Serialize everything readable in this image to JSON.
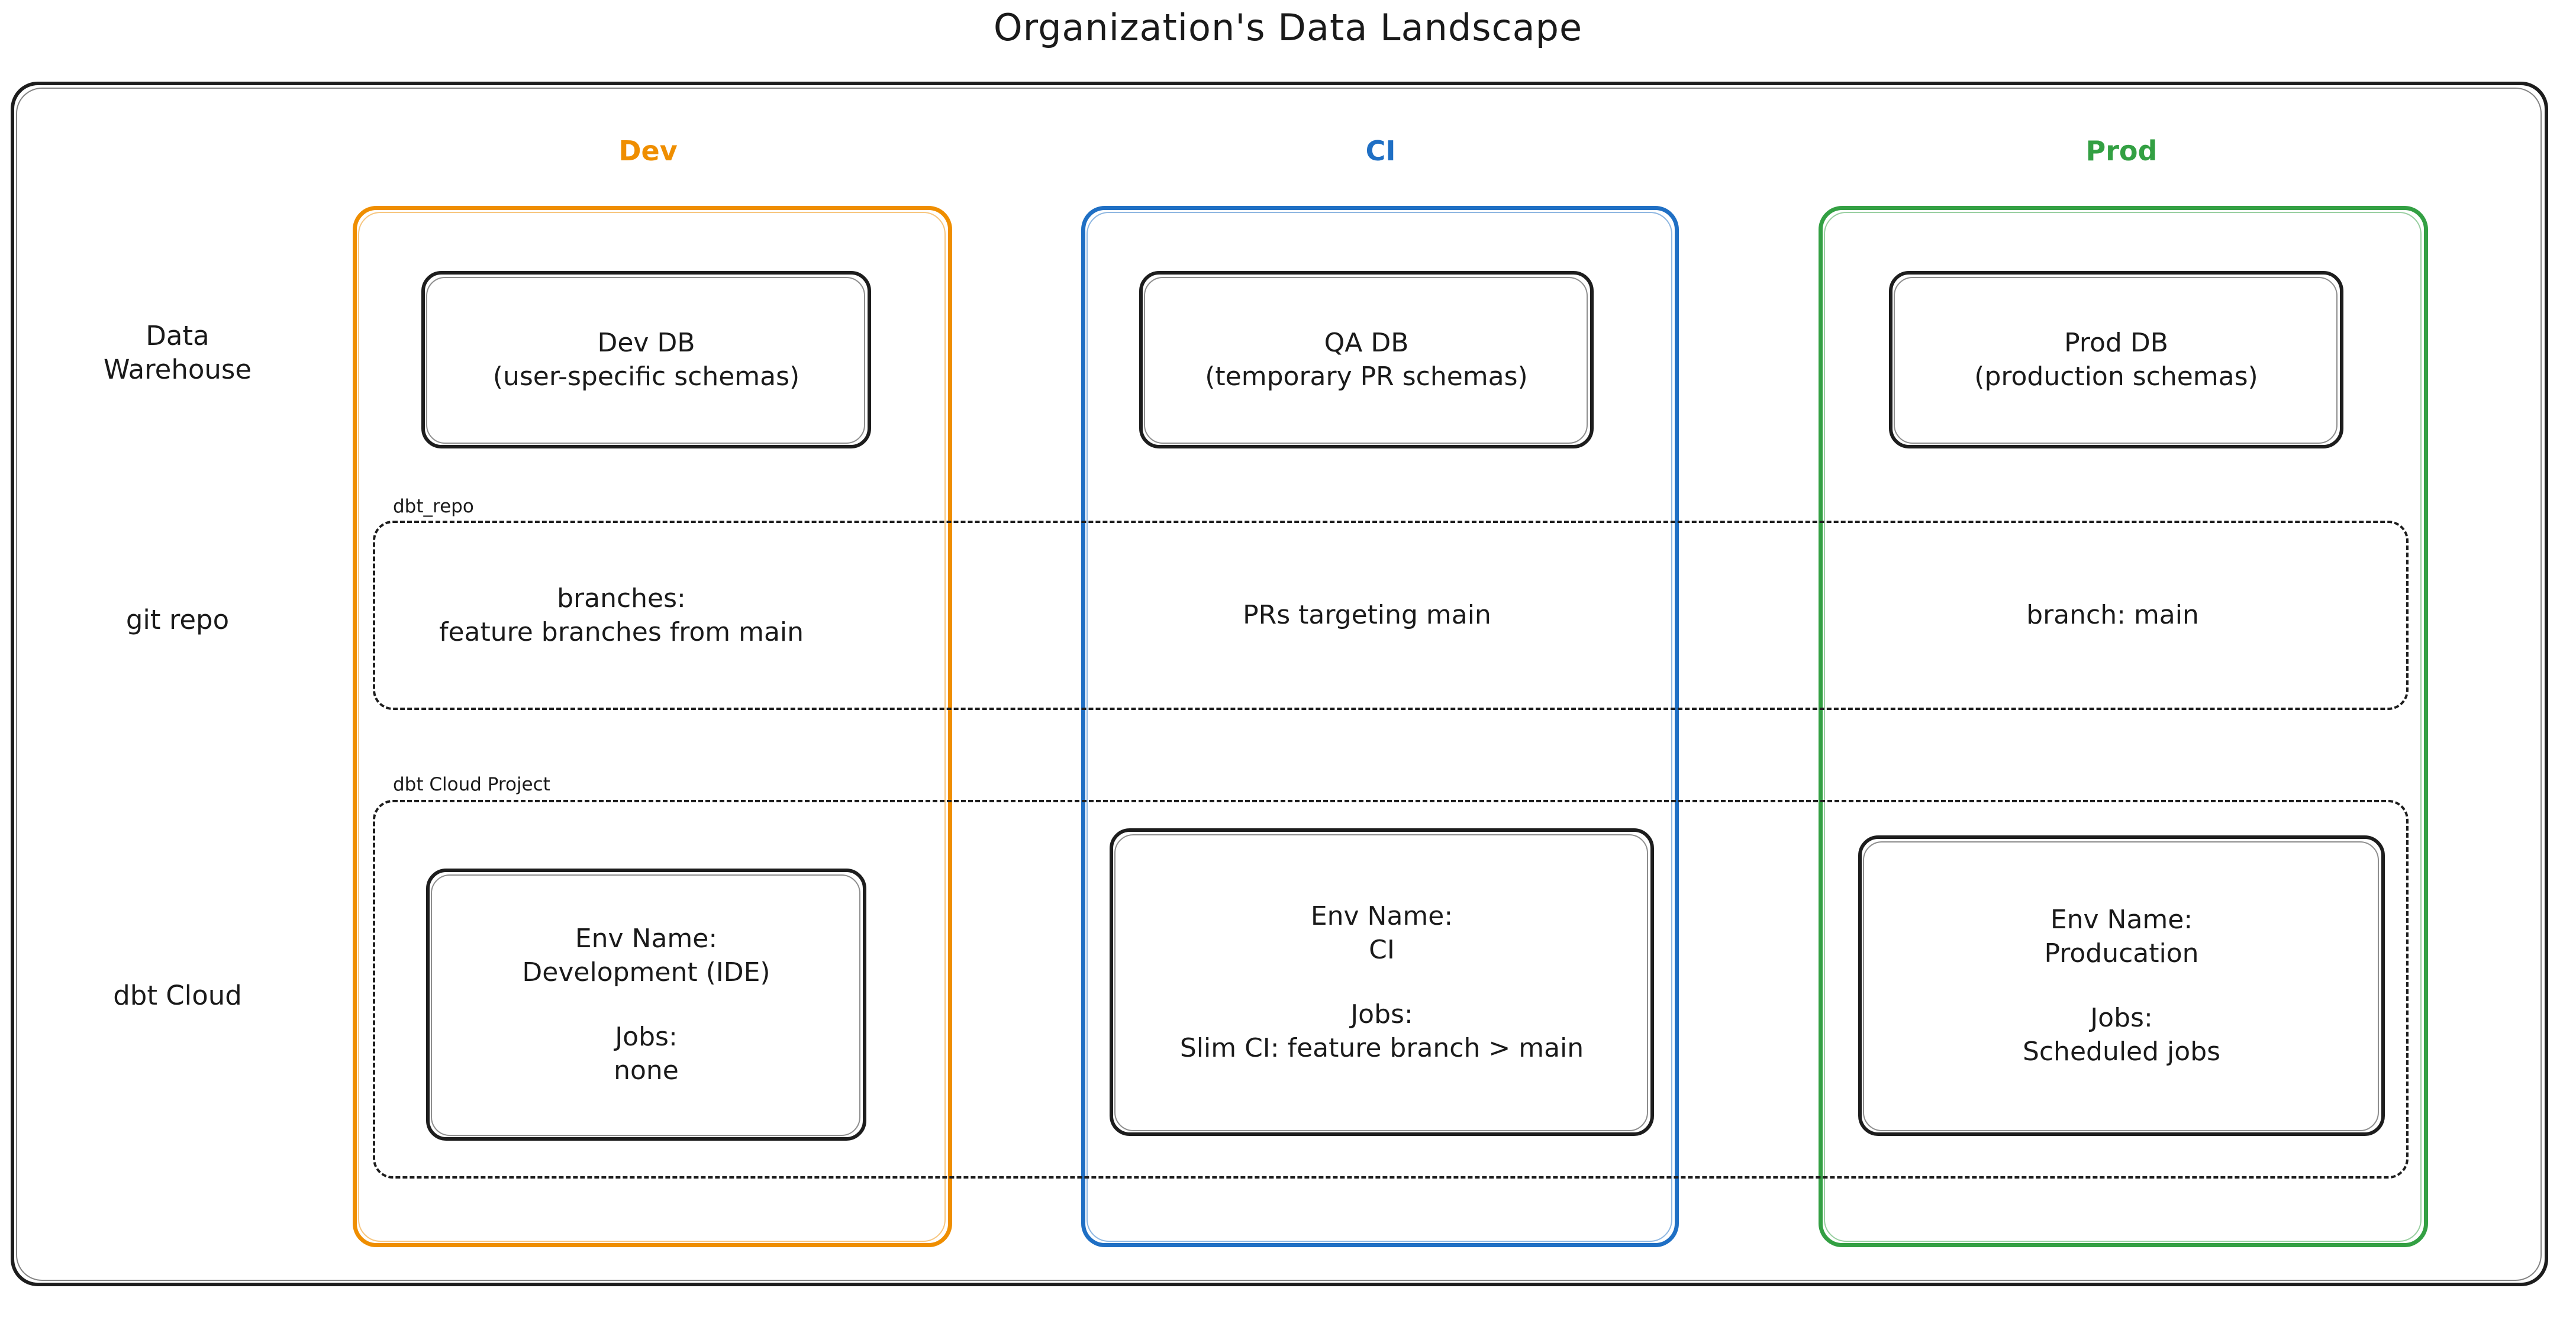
{
  "title": "Organization's Data Landscape",
  "colors": {
    "dev": "#ef8e00",
    "ci": "#1f6fc4",
    "prod": "#33a043",
    "ink": "#1a1a1a",
    "background": "#ffffff"
  },
  "environments": [
    {
      "key": "dev",
      "label": "Dev",
      "color": "#ef8e00"
    },
    {
      "key": "ci",
      "label": "CI",
      "color": "#1f6fc4"
    },
    {
      "key": "prod",
      "label": "Prod",
      "color": "#33a043"
    }
  ],
  "row_labels": {
    "warehouse_line1": "Data",
    "warehouse_line2": "Warehouse",
    "git": "git repo",
    "dbt_cloud": "dbt Cloud"
  },
  "containers": {
    "git_repo_label": "dbt_repo",
    "dbt_cloud_project_label": "dbt Cloud Project"
  },
  "warehouse": {
    "dev": {
      "name": "Dev DB",
      "detail": "(user-specific schemas)"
    },
    "ci": {
      "name": "QA DB",
      "detail": "(temporary PR schemas)"
    },
    "prod": {
      "name": "Prod DB",
      "detail": "(production schemas)"
    }
  },
  "git_repo": {
    "dev": {
      "line1": "branches:",
      "line2": "feature branches from main"
    },
    "ci": {
      "line1": "PRs targeting main",
      "line2": ""
    },
    "prod": {
      "line1": "branch: main",
      "line2": ""
    }
  },
  "dbt_cloud": {
    "dev": {
      "env_name_label": "Env Name:",
      "env_name_value": "Development (IDE)",
      "jobs_label": "Jobs:",
      "jobs_value": "none"
    },
    "ci": {
      "env_name_label": "Env Name:",
      "env_name_value": "CI",
      "jobs_label": "Jobs:",
      "jobs_value": "Slim CI: feature branch > main"
    },
    "prod": {
      "env_name_label": "Env Name:",
      "env_name_value": "Producation",
      "jobs_label": "Jobs:",
      "jobs_value": "Scheduled jobs"
    }
  }
}
